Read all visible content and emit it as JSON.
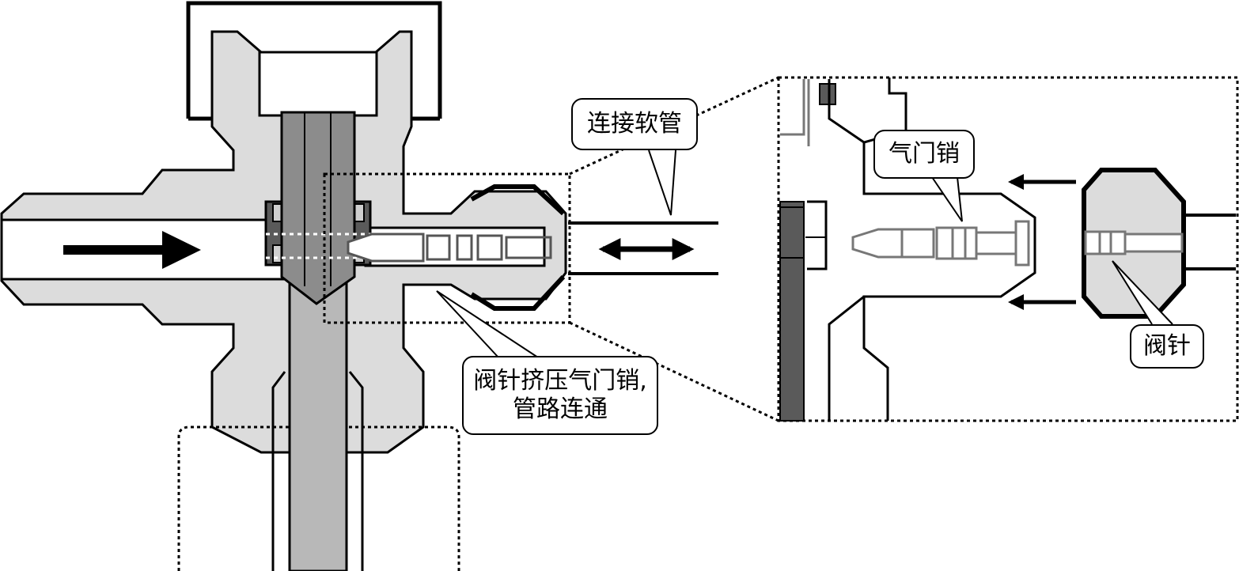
{
  "callouts": {
    "hose": "连接软管",
    "squeeze_line1": "阀针挤压气门销,",
    "squeeze_line2": "管路连通",
    "valve_pin": "气门销",
    "needle": "阀针"
  },
  "colors": {
    "body_fill": "#dcdcdc",
    "stem_fill": "#8c8c8c",
    "rod_fill": "#b8b8b8",
    "seal_fill": "#5a5a5a",
    "pin_stroke": "#777777",
    "outline": "#000000"
  }
}
